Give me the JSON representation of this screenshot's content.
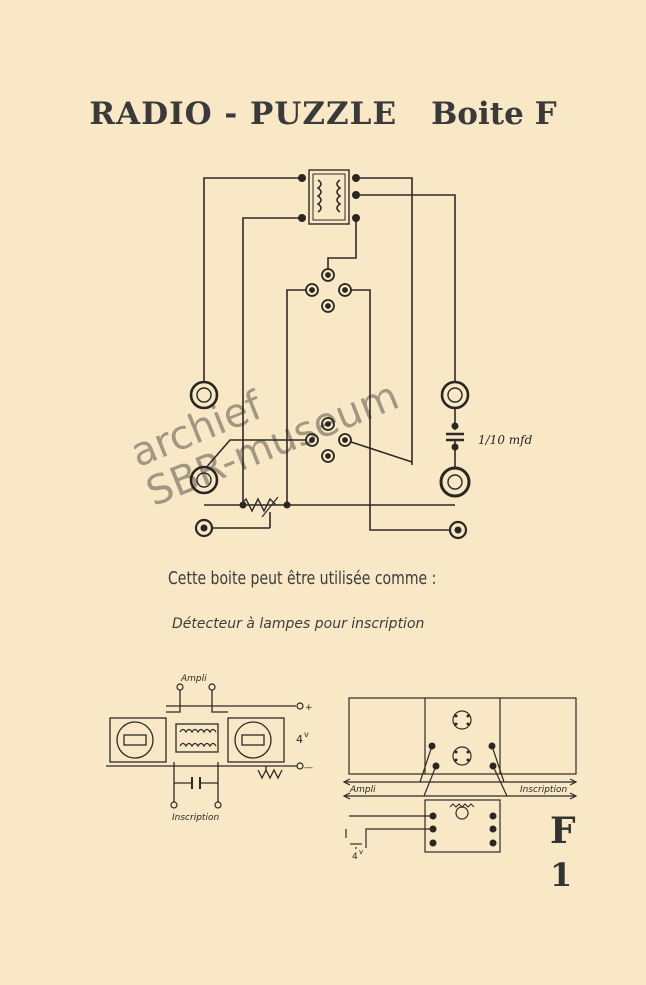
{
  "title": {
    "main": "RADIO - PUZZLE",
    "box": "Boite F"
  },
  "diagram_labels": {
    "capacitor": "1/10 mfd",
    "ampli_top": "Ampli",
    "voltage": "4",
    "voltage_unit": "v",
    "plus": "+",
    "minus": "—",
    "inscription_left": "Inscription",
    "ampli_arrow": "Ampli",
    "inscription_arrow": "Inscription",
    "battery_voltage": "4",
    "battery_unit": "v"
  },
  "caption": "Cette boite peut être utilisée comme :",
  "subcaption": "Détecteur à lampes pour inscription",
  "card": {
    "letter": "F",
    "number": "1"
  },
  "watermark": {
    "line1": "archief",
    "line2": "SBR-museum"
  },
  "colors": {
    "paper": "#f8e8c6",
    "ink": "#2a2622",
    "watermark": "#555555"
  }
}
